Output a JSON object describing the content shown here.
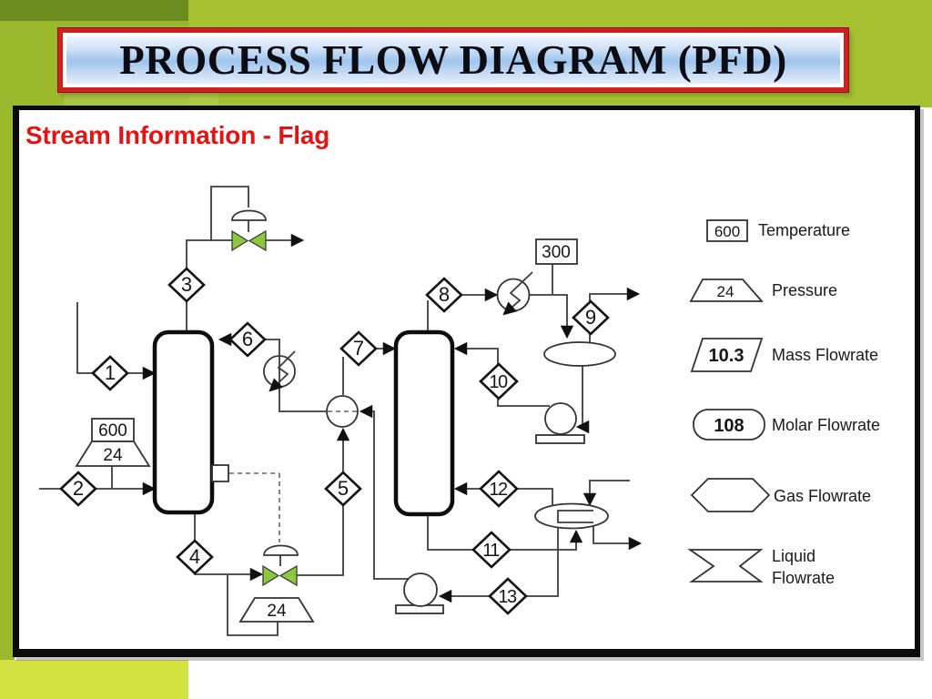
{
  "title": "PROCESS FLOW DIAGRAM (PFD)",
  "subtitle": "Stream Information - Flag",
  "diagram": {
    "streams": [
      "1",
      "2",
      "3",
      "4",
      "5",
      "6",
      "7",
      "8",
      "9",
      "10",
      "11",
      "12",
      "13"
    ],
    "flags": {
      "feed_temperature": "600",
      "feed_pressure": "24",
      "condenser_temperature": "300",
      "bottoms_pressure": "24"
    }
  },
  "legend": {
    "items": [
      {
        "shape": "rectangle",
        "value": "600",
        "lines": [
          "Temperature"
        ]
      },
      {
        "shape": "trapezoid",
        "value": "24",
        "lines": [
          "Pressure"
        ]
      },
      {
        "shape": "parallelogram",
        "value": "10.3",
        "lines": [
          "Mass Flowrate"
        ]
      },
      {
        "shape": "stadium",
        "value": "108",
        "lines": [
          "Molar Flowrate"
        ]
      },
      {
        "shape": "hexagon",
        "value": "",
        "lines": [
          "Gas Flowrate"
        ]
      },
      {
        "shape": "notched-rectangle",
        "value": "",
        "lines": [
          "Liquid",
          "Flowrate"
        ]
      }
    ]
  }
}
